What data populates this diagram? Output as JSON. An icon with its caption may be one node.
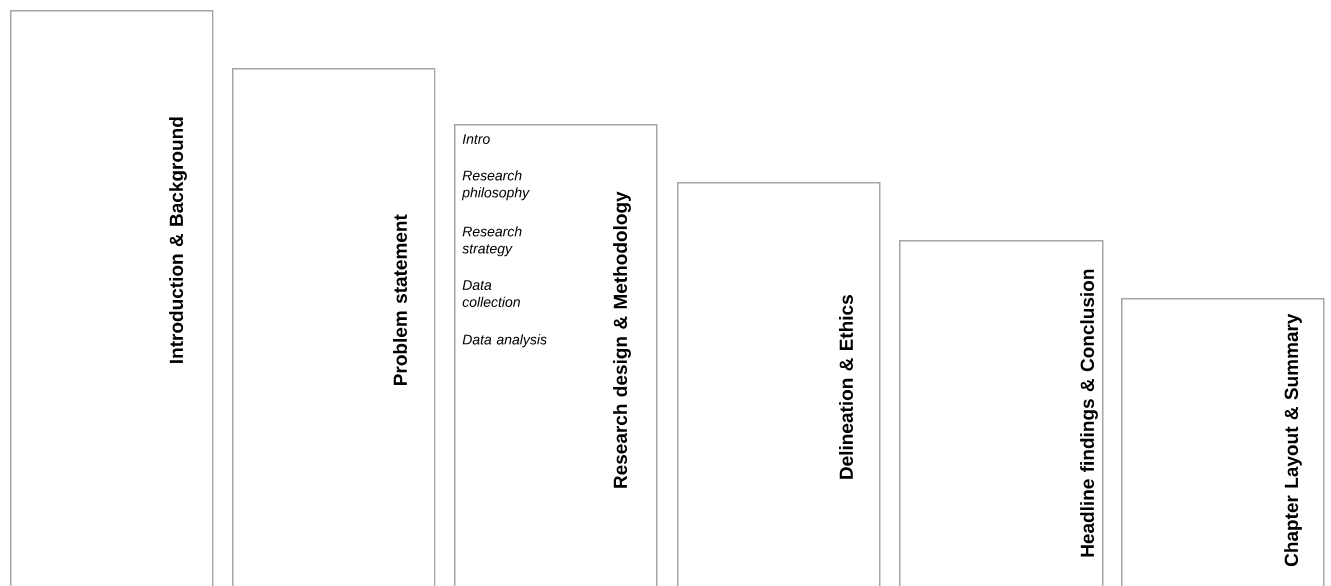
{
  "diagram": {
    "nodes": [
      {
        "text": [
          "Introduction & Background"
        ]
      },
      {
        "text": [
          "Problem statement"
        ]
      },
      {
        "text": [
          "Research design & Methodology",
          "Intro",
          "Research philosophy",
          "Research strategy",
          "Data collection",
          "Data analysis"
        ]
      },
      {
        "text": [
          "Delineation & Ethics"
        ]
      },
      {
        "text": [
          "Headline findings & Conclusion"
        ]
      },
      {
        "text": [
          "Chapter Layout & Summary"
        ]
      }
    ]
  }
}
